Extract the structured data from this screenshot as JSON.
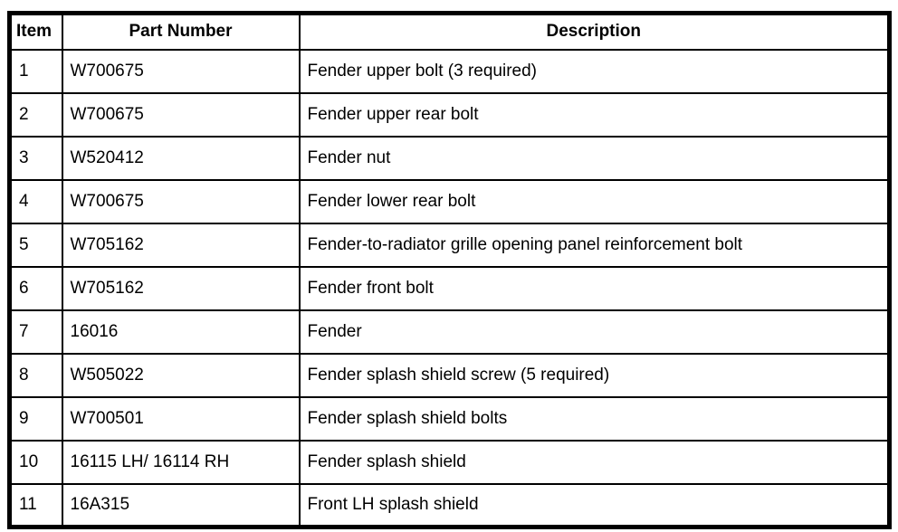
{
  "table": {
    "headers": {
      "item": "Item",
      "part_number": "Part Number",
      "description": "Description"
    },
    "rows": [
      {
        "item": "1",
        "part": "W700675",
        "desc": "Fender upper bolt (3 required)"
      },
      {
        "item": "2",
        "part": "W700675",
        "desc": "Fender upper rear bolt"
      },
      {
        "item": "3",
        "part": "W520412",
        "desc": "Fender nut"
      },
      {
        "item": "4",
        "part": "W700675",
        "desc": "Fender lower rear bolt"
      },
      {
        "item": "5",
        "part": "W705162",
        "desc": "Fender-to-radiator grille opening panel reinforcement bolt"
      },
      {
        "item": "6",
        "part": "W705162",
        "desc": "Fender front bolt"
      },
      {
        "item": "7",
        "part": "16016",
        "desc": "Fender"
      },
      {
        "item": "8",
        "part": "W505022",
        "desc": "Fender splash shield screw (5 required)"
      },
      {
        "item": "9",
        "part": "W700501",
        "desc": "Fender splash shield bolts"
      },
      {
        "item": "10",
        "part": "16115 LH/ 16114 RH",
        "desc": "Fender splash shield"
      },
      {
        "item": "11",
        "part": "16A315",
        "desc": "Front LH splash shield"
      }
    ],
    "colors": {
      "border": "#000000",
      "text": "#000000",
      "background": "#ffffff"
    }
  }
}
